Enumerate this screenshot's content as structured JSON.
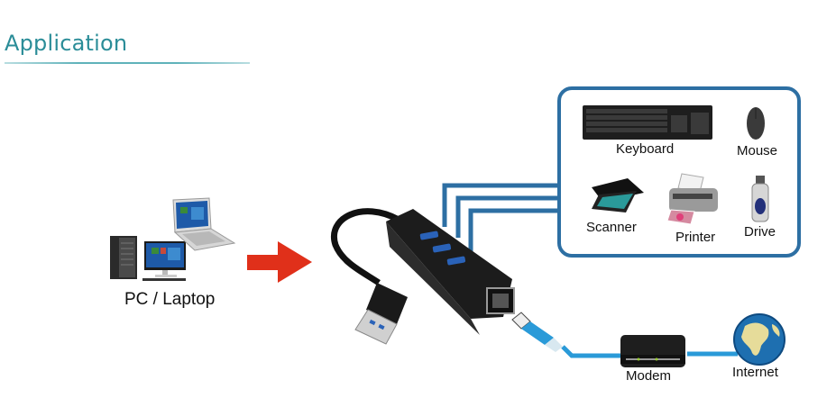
{
  "header": {
    "title": "Application"
  },
  "source": {
    "label": "PC / Laptop"
  },
  "devices": {
    "keyboard": "Keyboard",
    "mouse": "Mouse",
    "scanner": "Scanner",
    "printer": "Printer",
    "drive": "Drive"
  },
  "network": {
    "modem": "Modem",
    "internet": "Internet"
  },
  "colors": {
    "title": "#2b8d98",
    "arrow": "#e0301a",
    "usb_lines": "#2d6fa3",
    "ethernet_cable": "#2a9ad8"
  }
}
